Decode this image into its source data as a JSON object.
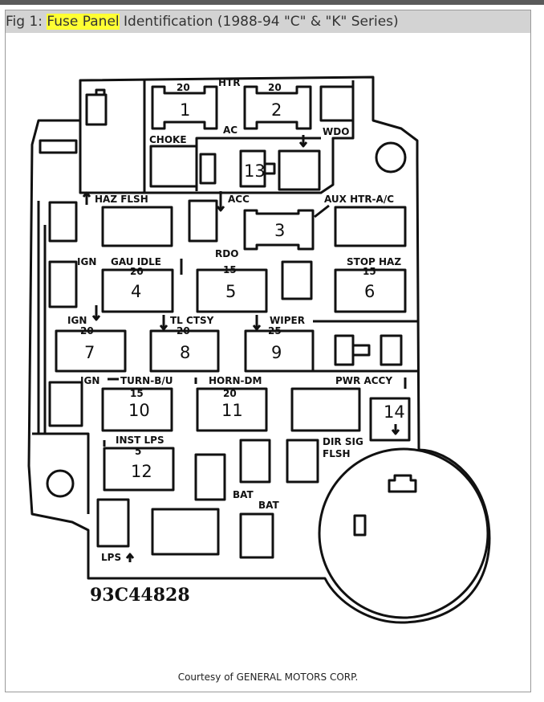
{
  "caption": {
    "prefix": "Fig 1: ",
    "highlight": "Fuse Panel",
    "rest": " Identification (1988-94 \"C\" & \"K\" Series)",
    "highlight_color": "#ffff33"
  },
  "credit": "Courtesy of GENERAL MOTORS CORP.",
  "diagram_code": "93C44828",
  "fuse_numbers": [
    "1",
    "2",
    "3",
    "4",
    "5",
    "6",
    "7",
    "8",
    "9",
    "10",
    "11",
    "12",
    "13",
    "14"
  ],
  "amp_ratings": [
    "20",
    "20",
    "20",
    "15",
    "15",
    "20",
    "20",
    "25",
    "15",
    "20",
    "5"
  ],
  "circuit_labels": {
    "htr": "HTR",
    "ac": "AC",
    "choke": "CHOKE",
    "wdo": "WDO",
    "haz_flsh": "HAZ FLSH",
    "acc": "ACC",
    "aux_htr_ac": "AUX HTR-A/C",
    "ign1": "IGN",
    "gau_idle": "GAU IDLE",
    "rdo": "RDO",
    "stop_haz": "STOP HAZ",
    "ign2": "IGN",
    "tl_ctsy": "TL CTSY",
    "wiper": "WIPER",
    "ign3": "IGN",
    "turn_bu": "TURN-B/U",
    "horn_dm": "HORN-DM",
    "pwr_accy": "PWR ACCY",
    "inst_lps": "INST LPS",
    "dir_sig": "DIR SIG",
    "flsh": "FLSH",
    "bat1": "BAT",
    "bat2": "BAT",
    "lps": "LPS"
  }
}
